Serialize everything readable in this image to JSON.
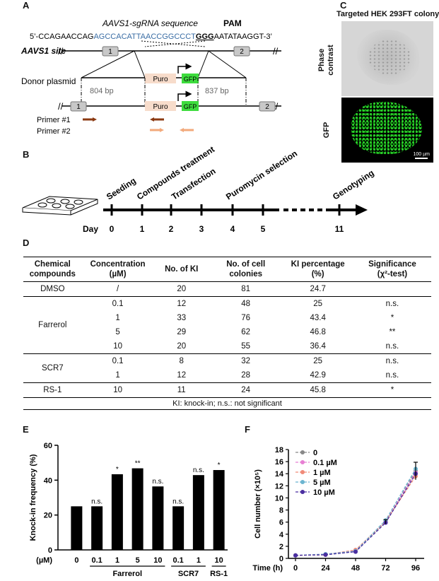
{
  "panels": {
    "A": "A",
    "B": "B",
    "C": "C",
    "D": "D",
    "E": "E",
    "F": "F"
  },
  "panelA": {
    "sgrna_label": "AAVS1-sgRNA sequence",
    "pam_label": "PAM",
    "seq_prefix": "5’-CCAGAACCAG",
    "seq_sgrna": "AGCCACATTAACCGGCCCT",
    "seq_pam": "GGG",
    "seq_suffix": "AATATAAGGT-3’",
    "site_label": "AAVS1 site",
    "exon1": "1",
    "exon2": "2",
    "donor_label": "Donor plasmid",
    "left_arm": "804 bp",
    "right_arm": "837 bp",
    "puro": "Puro",
    "gfp": "GFP",
    "primer1": "Primer #1",
    "primer2": "Primer #2"
  },
  "panelB": {
    "day_label": "Day",
    "days": [
      "0",
      "1",
      "2",
      "3",
      "4",
      "5",
      "11"
    ],
    "steps": [
      "Seeding",
      "Compounds treatment",
      "Transfection",
      "Puromycin selection",
      "Genotyping"
    ]
  },
  "panelC": {
    "title": "Targeted HEK 293FT colony",
    "phase_label_1": "Phase",
    "phase_label_2": "contrast",
    "gfp_label": "GFP",
    "scalebar": "100 µm"
  },
  "panelD": {
    "headers": [
      [
        "Chemical",
        "compounds"
      ],
      [
        "Concentration",
        "(µM)"
      ],
      [
        "No. of KI"
      ],
      [
        "No. of cell",
        "colonies"
      ],
      [
        "KI percentage",
        "(%)"
      ],
      [
        "Significance",
        "(χ²-test)"
      ]
    ],
    "groups": [
      {
        "name": "DMSO",
        "rows": [
          [
            "/",
            "20",
            "81",
            "24.7",
            ""
          ]
        ]
      },
      {
        "name": "Farrerol",
        "rows": [
          [
            "0.1",
            "12",
            "48",
            "25",
            "n.s."
          ],
          [
            "1",
            "33",
            "76",
            "43.4",
            "*"
          ],
          [
            "5",
            "29",
            "62",
            "46.8",
            "**"
          ],
          [
            "10",
            "20",
            "55",
            "36.4",
            "n.s."
          ]
        ]
      },
      {
        "name": "SCR7",
        "rows": [
          [
            "0.1",
            "8",
            "32",
            "25",
            "n.s."
          ],
          [
            "1",
            "12",
            "28",
            "42.9",
            "n.s."
          ]
        ]
      },
      {
        "name": "RS-1",
        "rows": [
          [
            "10",
            "11",
            "24",
            "45.8",
            "*"
          ]
        ]
      }
    ],
    "footnote": "KI: knock-in; n.s.: not significant"
  },
  "chart_data": [
    {
      "type": "bar",
      "ylabel": "Knock-in frequency (%)",
      "xunit_label": "(µM)",
      "ylim": [
        0,
        60
      ],
      "yticks": [
        "0",
        "20",
        "40",
        "60"
      ],
      "categories": [
        "0",
        "0.1",
        "1",
        "5",
        "10",
        "0.1",
        "1",
        "10"
      ],
      "values": [
        25,
        25,
        43.4,
        46.8,
        36.4,
        25,
        42.9,
        45.8
      ],
      "annotations": [
        "",
        "n.s.",
        "*",
        "**",
        "n.s.",
        "n.s.",
        "n.s.",
        "*"
      ],
      "groups": [
        {
          "name": "Farrerol",
          "from": 1,
          "to": 4
        },
        {
          "name": "SCR7",
          "from": 5,
          "to": 6
        },
        {
          "name": "RS-1",
          "from": 7,
          "to": 7
        }
      ],
      "colors": {
        "bar": "#000000"
      }
    },
    {
      "type": "line",
      "xlabel": "Time (h)",
      "ylabel": "Cell number (×10⁵)",
      "x": [
        0,
        24,
        48,
        72,
        96
      ],
      "xticks": [
        "0",
        "24",
        "48",
        "72",
        "96"
      ],
      "ylim": [
        0,
        18
      ],
      "yticks": [
        "0",
        "2",
        "4",
        "6",
        "8",
        "10",
        "12",
        "14",
        "16",
        "18"
      ],
      "series": [
        {
          "name": "0",
          "values": [
            0.5,
            0.6,
            1.2,
            6.0,
            14.5
          ],
          "color": "#888888"
        },
        {
          "name": "0.1 µM",
          "values": [
            0.5,
            0.7,
            1.3,
            6.2,
            14.2
          ],
          "color": "#e77fd3"
        },
        {
          "name": "1 µM",
          "values": [
            0.5,
            0.6,
            1.4,
            6.1,
            13.6
          ],
          "color": "#f08a78"
        },
        {
          "name": "5 µM",
          "values": [
            0.5,
            0.7,
            1.2,
            6.3,
            14.8
          ],
          "color": "#6bb5d0"
        },
        {
          "name": "10 µM",
          "values": [
            0.5,
            0.6,
            1.1,
            5.9,
            14.0
          ],
          "color": "#4a2ea0"
        }
      ]
    }
  ]
}
